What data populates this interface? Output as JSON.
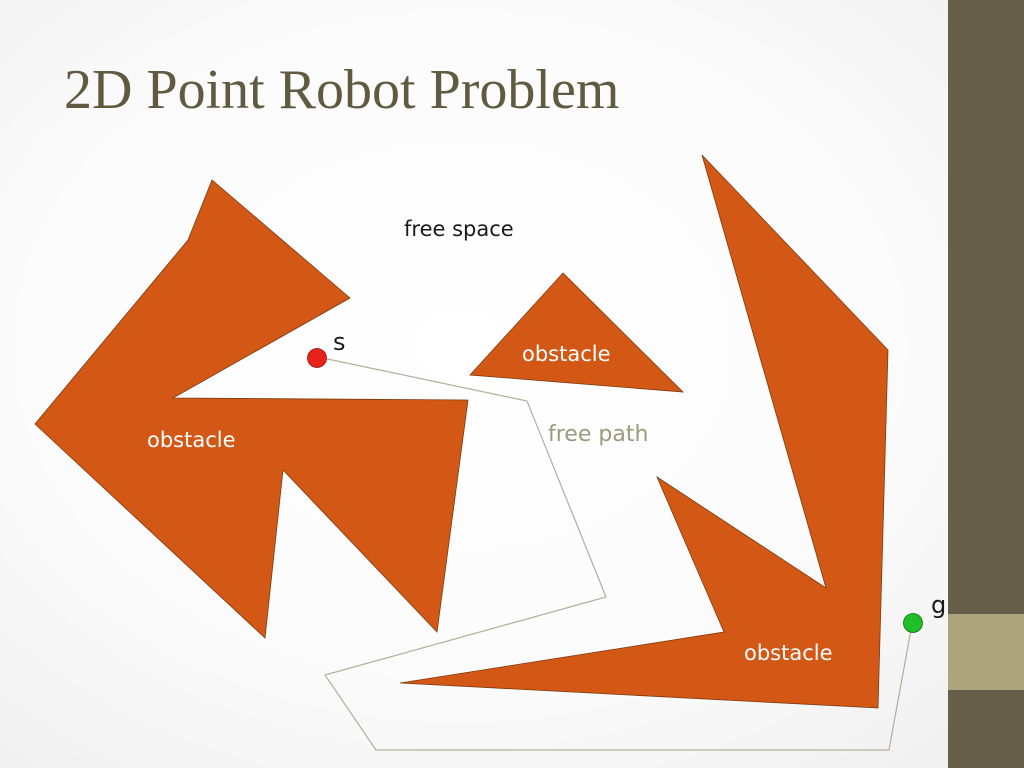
{
  "slide": {
    "title": "2D Point Robot Problem"
  },
  "diagram": {
    "free_space_label": "free space",
    "free_path_label": "free path",
    "obstacles": [
      {
        "id": "left",
        "label": "obstacle"
      },
      {
        "id": "triangle",
        "label": "obstacle"
      },
      {
        "id": "right",
        "label": "obstacle"
      }
    ],
    "start": {
      "label": "s",
      "color": "#e8221a"
    },
    "goal": {
      "label": "g",
      "color": "#1fbf2a"
    }
  },
  "colors": {
    "obstacle": "#d35815",
    "side_bar": "#66604a",
    "side_accent": "#aba47d",
    "title": "#5f5a40",
    "path": "#b2b098"
  }
}
